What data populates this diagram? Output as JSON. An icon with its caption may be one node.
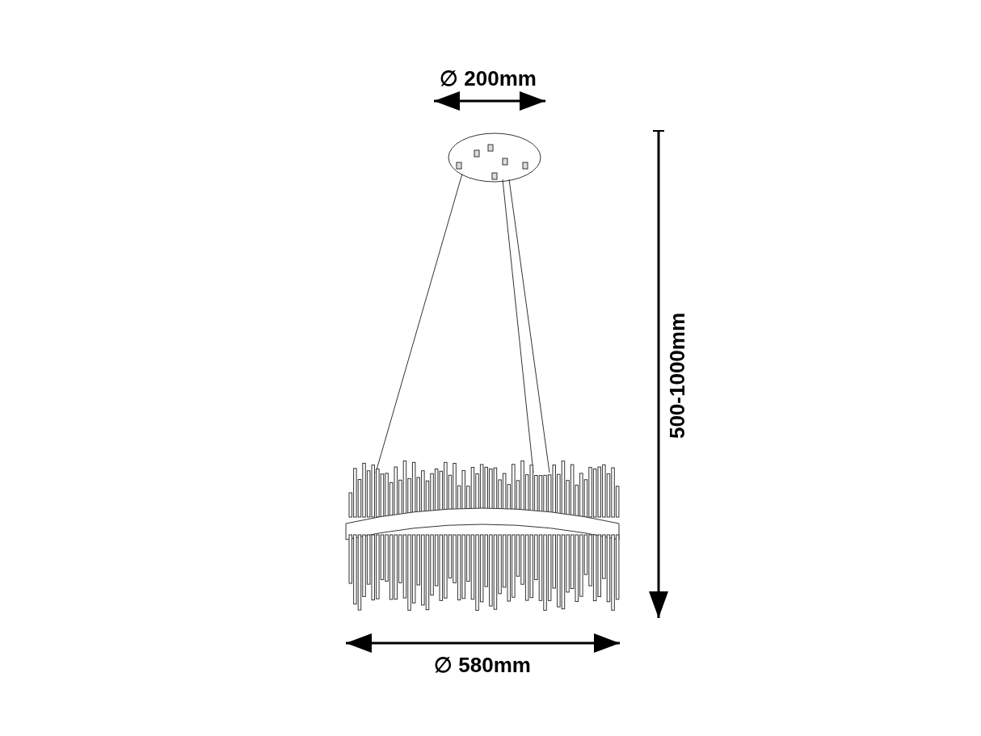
{
  "diagram": {
    "labels": [
      "∅ 200mm",
      "500-1000mm",
      "∅ 580mm"
    ]
  }
}
